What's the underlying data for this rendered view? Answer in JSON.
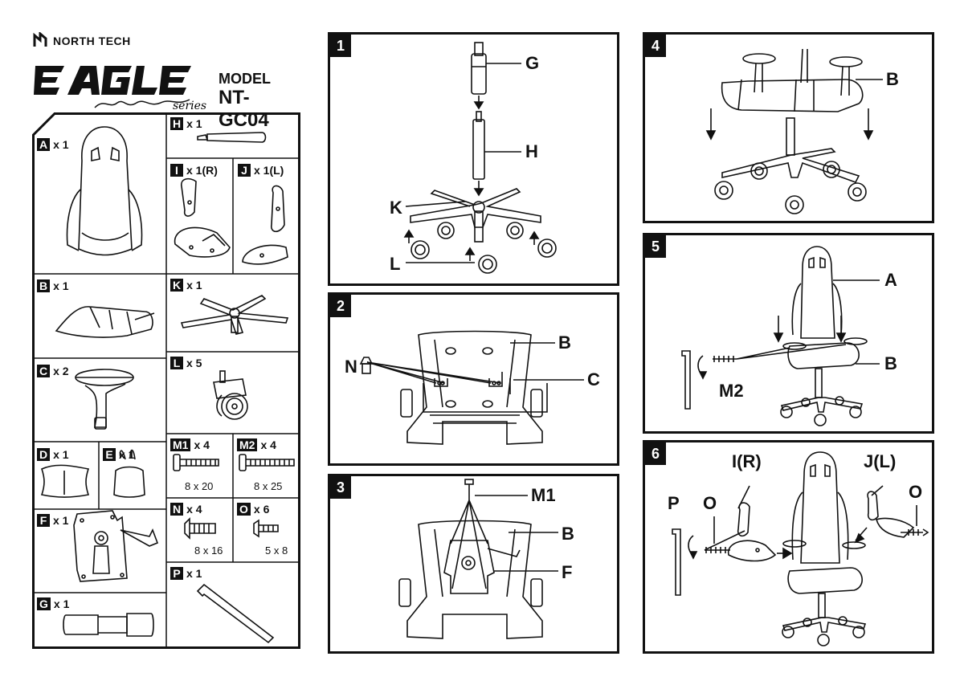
{
  "brand": {
    "company": "NORTH TECH",
    "product": "EAGLE",
    "series": "series",
    "model_label": "MODEL",
    "model_value": "NT-GC04"
  },
  "parts": {
    "A": {
      "letter": "A",
      "qty": "x 1"
    },
    "B": {
      "letter": "B",
      "qty": "x 1"
    },
    "C": {
      "letter": "C",
      "qty": "x 2"
    },
    "D": {
      "letter": "D",
      "qty": "x 1"
    },
    "E": {
      "letter": "E",
      "qty": "x 1"
    },
    "F": {
      "letter": "F",
      "qty": "x 1"
    },
    "G": {
      "letter": "G",
      "qty": "x 1"
    },
    "H": {
      "letter": "H",
      "qty": "x 1"
    },
    "I": {
      "letter": "I",
      "qty": "x 1(R)"
    },
    "J": {
      "letter": "J",
      "qty": "x 1(L)"
    },
    "K": {
      "letter": "K",
      "qty": "x 1"
    },
    "L": {
      "letter": "L",
      "qty": "x 5"
    },
    "M1": {
      "letter": "M1",
      "qty": "x 4",
      "size": "8 x 20"
    },
    "M2": {
      "letter": "M2",
      "qty": "x 4",
      "size": "8 x 25"
    },
    "N": {
      "letter": "N",
      "qty": "x 4",
      "size": "8 x 16"
    },
    "O": {
      "letter": "O",
      "qty": "x 6",
      "size": "5 x 8"
    },
    "P": {
      "letter": "P",
      "qty": "x 1"
    }
  },
  "steps": {
    "s1": {
      "num": "1",
      "labels": {
        "G": "G",
        "H": "H",
        "K": "K",
        "L": "L"
      }
    },
    "s2": {
      "num": "2",
      "labels": {
        "B": "B",
        "N": "N",
        "C": "C"
      }
    },
    "s3": {
      "num": "3",
      "labels": {
        "M1": "M1",
        "B": "B",
        "F": "F"
      }
    },
    "s4": {
      "num": "4",
      "labels": {
        "B": "B"
      }
    },
    "s5": {
      "num": "5",
      "labels": {
        "A": "A",
        "B": "B",
        "M2": "M2"
      }
    },
    "s6": {
      "num": "6",
      "labels": {
        "IR": "I(R)",
        "JL": "J(L)",
        "P": "P",
        "O1": "O",
        "O2": "O"
      }
    }
  }
}
